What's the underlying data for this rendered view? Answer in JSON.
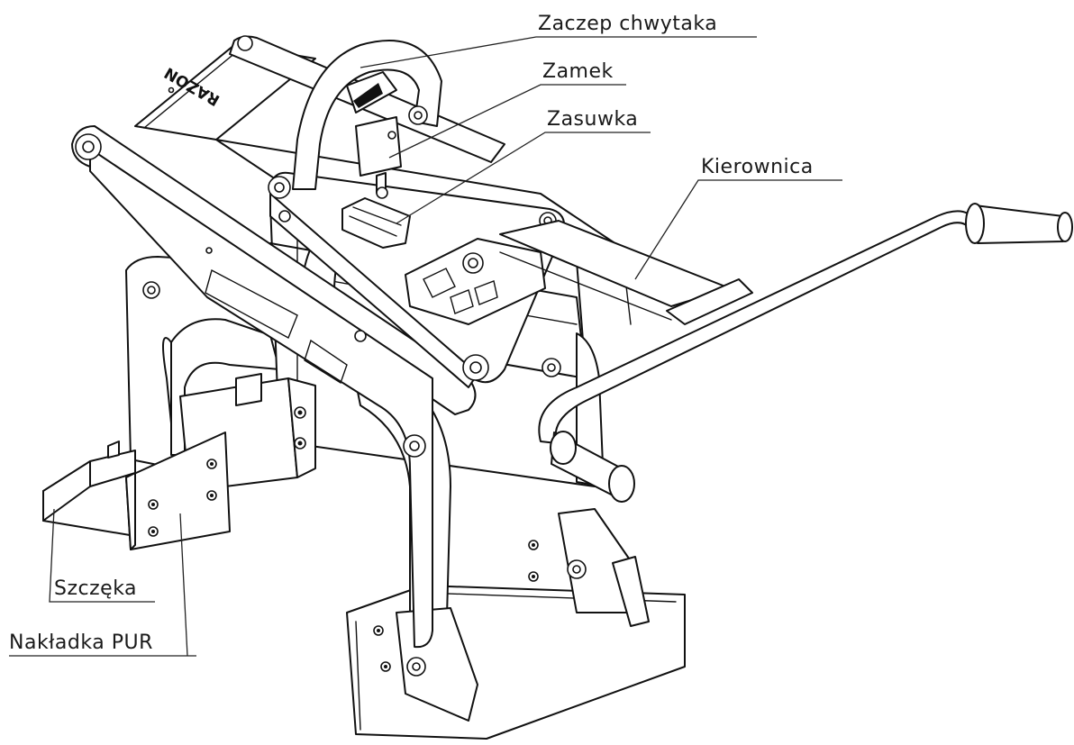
{
  "callouts": {
    "hook": "Zaczep chwytaka",
    "lock": "Zamek",
    "latch": "Zasuwka",
    "handlebar": "Kierownica",
    "jaw": "Szczęka",
    "pad": "Nakładka PUR"
  },
  "plate_lettering": "RAZON",
  "colors": {
    "line": "#111111",
    "background": "#ffffff"
  }
}
